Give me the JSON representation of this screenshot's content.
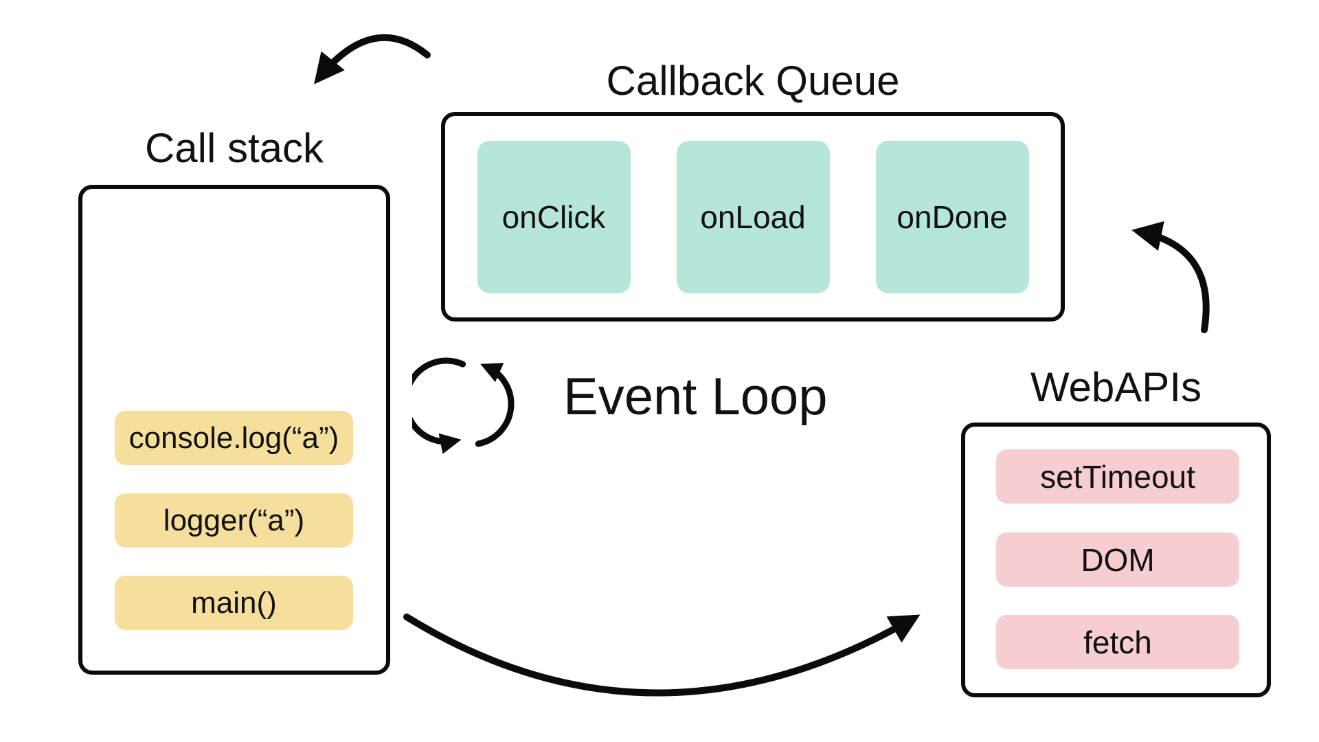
{
  "colors": {
    "background": "#FFFFFF",
    "outline": "#0B0B0B",
    "text": "#111111",
    "stack_frame_bg": "#F6DE9C",
    "queue_item_bg": "#B5E5DB",
    "api_item_bg": "#F6CDD0",
    "arrow": "#0B0B0B"
  },
  "call_stack": {
    "title": "Call stack",
    "frames": [
      "console.log(“a”)",
      "logger(“a”)",
      "main()"
    ]
  },
  "callback_queue": {
    "title": "Callback Queue",
    "items": [
      "onClick",
      "onLoad",
      "onDone"
    ]
  },
  "web_apis": {
    "title": "WebAPIs",
    "items": [
      "setTimeout",
      "DOM",
      "fetch"
    ]
  },
  "event_loop": {
    "label": "Event Loop",
    "icon": "counterclockwise-loop-icon"
  },
  "arrows": [
    {
      "name": "callback-queue-to-call-stack"
    },
    {
      "name": "web-apis-to-callback-queue"
    },
    {
      "name": "call-stack-to-web-apis"
    }
  ]
}
